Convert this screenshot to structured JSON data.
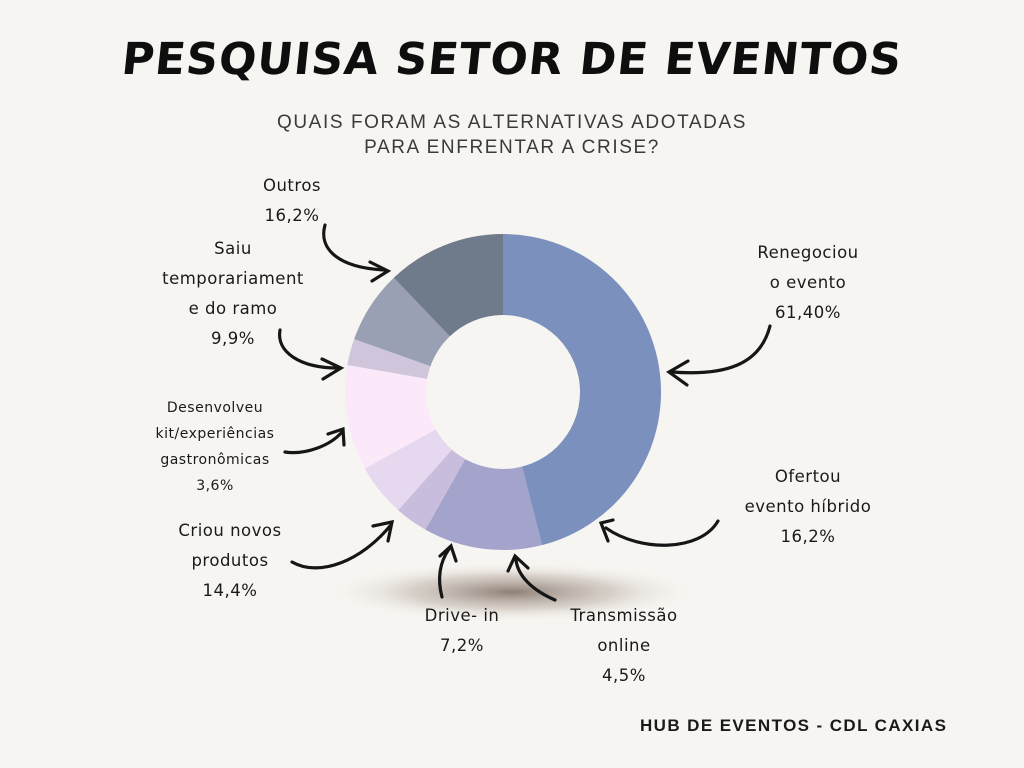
{
  "title": "PESQUISA SETOR DE EVENTOS",
  "subtitle": [
    "QUAIS FORAM AS ALTERNATIVAS ADOTADAS",
    "PARA ENFRENTAR A CRISE?"
  ],
  "footer": "HUB DE EVENTOS - CDL CAXIAS",
  "chart_data": {
    "type": "pie",
    "variant": "donut",
    "title": "PESQUISA SETOR DE EVENTOS",
    "slices": [
      {
        "key": "renegociou",
        "lines": [
          "Renegociou",
          "o evento",
          "61,40%"
        ],
        "value": 61.4,
        "color": "#7b90bd"
      },
      {
        "key": "hibrido",
        "lines": [
          "Ofertou",
          "evento híbrido",
          "16,2%"
        ],
        "value": 16.2,
        "color": "#a3a3cc"
      },
      {
        "key": "transmissao",
        "lines": [
          "Transmissão",
          "online",
          "4,5%"
        ],
        "value": 4.5,
        "color": "#c8bddc"
      },
      {
        "key": "drive",
        "lines": [
          "Drive- in",
          "7,2%"
        ],
        "value": 7.2,
        "color": "#e6d8ee"
      },
      {
        "key": "produtos",
        "lines": [
          "Criou novos",
          "produtos",
          "14,4%"
        ],
        "value": 14.4,
        "color": "#fbe9fa"
      },
      {
        "key": "kit",
        "lines": [
          "Desenvolveu",
          "kit/experiências",
          "gastronômicas",
          "3,6%"
        ],
        "value": 3.6,
        "color": "#cfc6dc"
      },
      {
        "key": "saiu",
        "lines": [
          "Saiu",
          "temporariament",
          "e do ramo",
          "9,9%"
        ],
        "value": 9.9,
        "color": "#99a0b3"
      },
      {
        "key": "outros",
        "lines": [
          "Outros",
          "16,2%"
        ],
        "value": 16.2,
        "color": "#6f7b8a"
      }
    ]
  }
}
